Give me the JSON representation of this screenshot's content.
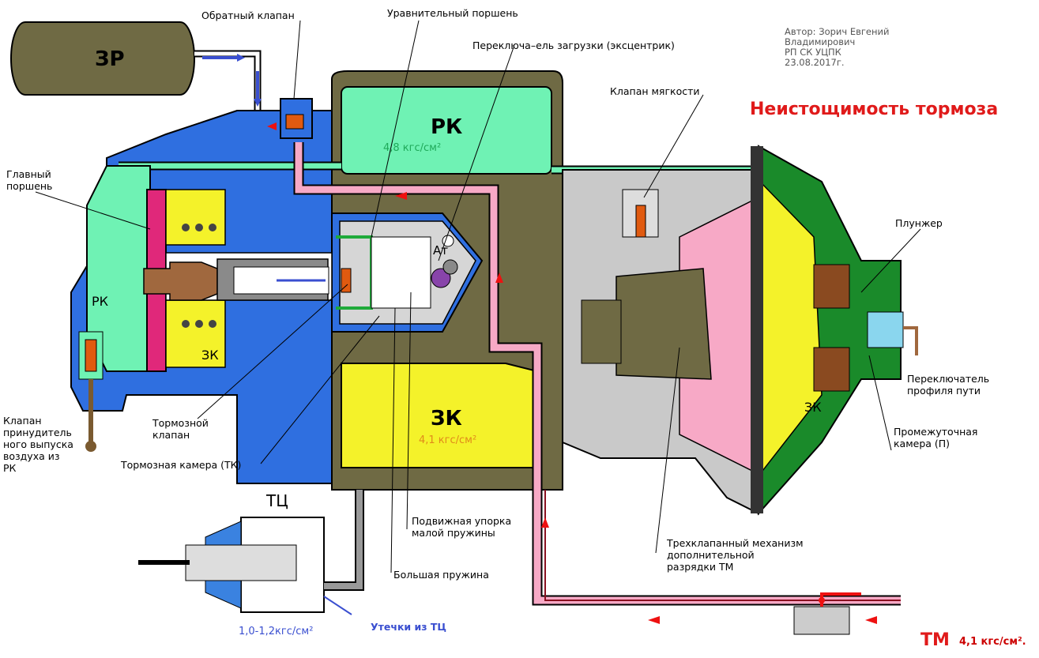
{
  "title": "Неистощимость тормоза",
  "author": "Автор: Зорич Евгений\nВладимирович\nРП СК УЦПК\n23.08.2017г.",
  "chambers": {
    "zr": "ЗР",
    "rk_big": "РК",
    "rk_pressure": "4,8 кгс/см²",
    "zk_big": "ЗК",
    "zk_pressure": "4,1 кгс/см²",
    "rk_small": "РК",
    "zk_small": "ЗК",
    "zk_right": "ЗК",
    "at": "Ат",
    "tc": "ТЦ",
    "tc_pressure": "1,0-1,2кгс/см²",
    "tm": "ТМ",
    "tm_pressure": "4,1 кгс/см²."
  },
  "labels": {
    "check_valve": "Обратный клапан",
    "equalizing_piston": "Уравнительный поршень",
    "load_switch": "Переключа–ель загрузки  (эксцентрик)",
    "softness_valve": "Клапан мягкости",
    "main_piston": "Главный\nпоршень",
    "plunger": "Плунжер",
    "track_profile_switch": "Переключатель\nпрофиля пути",
    "intermediate_chamber": "Промежуточная\nкамера (П)",
    "brake_valve": "Тормозной\nклапан",
    "brake_chamber": "Тормозная камера (ТК)",
    "forced_release_valve": "Клапан\nпринудитель\nного выпуска\n воздуха из\nРК",
    "movable_stop": "Подвижная упорка\nмалой пружины",
    "big_spring": "Большая пружина",
    "three_valve": "Трехклапанный механизм\nдополнительной\nразрядки ТМ",
    "tc_leaks": "Утечки из ТЦ"
  }
}
